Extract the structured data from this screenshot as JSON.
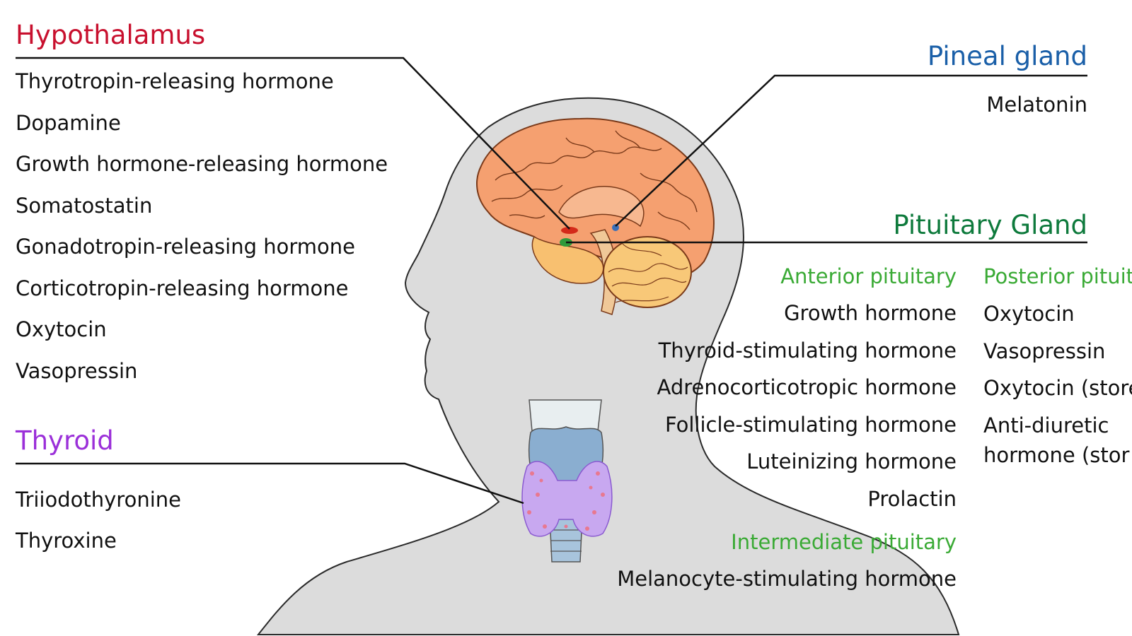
{
  "colors": {
    "hypothalamus": "#c8102e",
    "pineal": "#1a5fa8",
    "pituitary": "#0e7a3c",
    "pituitary_sub": "#3aaa35",
    "thyroid": "#9b30d9",
    "text": "#111111",
    "body_fill": "#dcdcdc",
    "brain": "#f5a070",
    "cerebellum": "#f8c878",
    "thyroid_gland": "#c8a8f0",
    "trachea": "#8aaed0"
  },
  "hypothalamus": {
    "title": "Hypothalamus",
    "hormones": [
      "Thyrotropin-releasing hormone",
      "Dopamine",
      "Growth hormone-releasing hormone",
      "Somatostatin",
      "Gonadotropin-releasing hormone",
      "Corticotropin-releasing hormone",
      "Oxytocin",
      "Vasopressin"
    ]
  },
  "thyroid": {
    "title": "Thyroid",
    "hormones": [
      "Triiodothyronine",
      "Thyroxine"
    ]
  },
  "pineal": {
    "title": "Pineal gland",
    "hormones": [
      "Melatonin"
    ]
  },
  "pituitary": {
    "title": "Pituitary Gland",
    "anterior": {
      "title": "Anterior pituitary",
      "hormones": [
        "Growth hormone",
        "Thyroid-stimulating hormone",
        "Adrenocorticotropic hormone",
        "Follicle-stimulating hormone",
        "Luteinizing hormone",
        "Prolactin"
      ]
    },
    "intermediate": {
      "title": "Intermediate pituitary",
      "hormones": [
        "Melanocyte-stimulating hormone"
      ]
    },
    "posterior": {
      "title": "Posterior pituit",
      "hormones": [
        "Oxytocin",
        "Vasopressin",
        "Oxytocin (store",
        "Anti-diuretic",
        "hormone (stor"
      ]
    }
  }
}
